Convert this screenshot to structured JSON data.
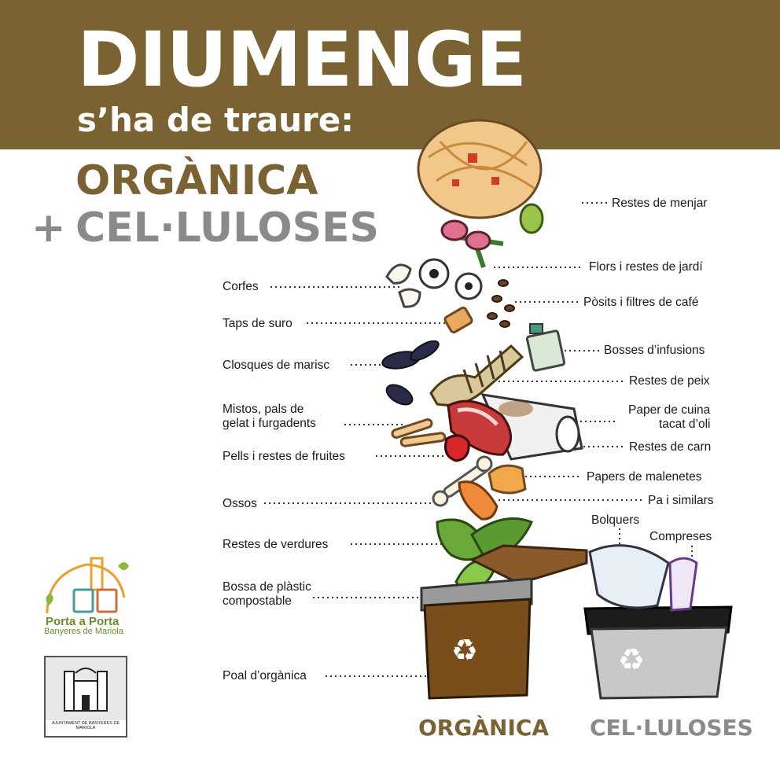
{
  "header": {
    "title": "DIUMENGE",
    "subtitle": "s’ha de traure:"
  },
  "categories": {
    "organic": "ORGÀNICA",
    "plus": "+",
    "cellulose": "CEL·LULOSES"
  },
  "labels_right": [
    "Restes de menjar",
    "Flors i restes de jardí",
    "Pòsits i filtres de café",
    "Bosses d’infusions",
    "Restes de peix",
    "Paper de cuina",
    "tacat d’oli",
    "Restes de carn",
    "Papers de malenetes",
    "Pa i similars"
  ],
  "labels_left": [
    "Corfes",
    "Taps de suro",
    "Closques de marisc",
    "Mistos, pals de",
    "gelat i furgadents",
    "Pells i restes de fruites",
    "Ossos",
    "Restes de verdures",
    "Bossa de plàstic",
    "compostable",
    "Poal d’orgànica"
  ],
  "labels_cellulose": [
    "Bolquers",
    "Compreses"
  ],
  "bins": {
    "organic_caption": "ORGÀNICA",
    "cellulose_caption": "CEL·LULOSES"
  },
  "logos": {
    "porta_line1": "Porta a Porta",
    "porta_line2": "Banyeres de Mariola",
    "council": "AJUNTAMENT DE BANYERES DE MARIOLA"
  },
  "colors": {
    "brand_brown": "#7a6233",
    "gray": "#8a8a8a",
    "leaf_green": "#6a8c2a"
  }
}
